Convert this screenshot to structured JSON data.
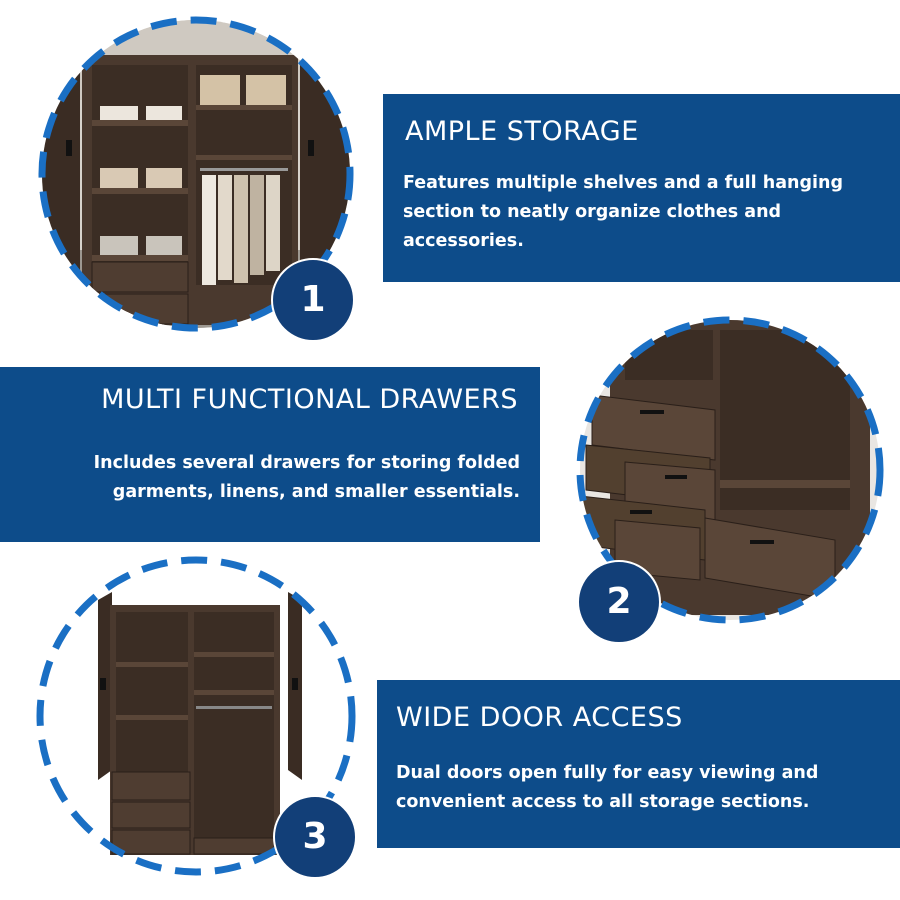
{
  "features": [
    {
      "number": "1",
      "heading": "AMPLE STORAGE",
      "description": "Features multiple shelves and a full hanging section to neatly organize clothes and accessories."
    },
    {
      "number": "2",
      "heading": "MULTI FUNCTIONAL DRAWERS",
      "description": "Includes several drawers for storing folded garments, linens, and smaller essentials."
    },
    {
      "number": "3",
      "heading": "WIDE DOOR ACCESS",
      "description": "Dual doors open fully for easy viewing and convenient access to all storage sections."
    }
  ],
  "colors": {
    "panel_blue": "#0d4c8a",
    "number_badge": "#123f78",
    "dash_ring": "#1a6fc4",
    "wood_dark": "#3e2f26",
    "wood_mid": "#4f3d31"
  },
  "icons": [
    "wardrobe-interior-photo",
    "drawers-closeup-photo",
    "open-wardrobe-photo"
  ]
}
